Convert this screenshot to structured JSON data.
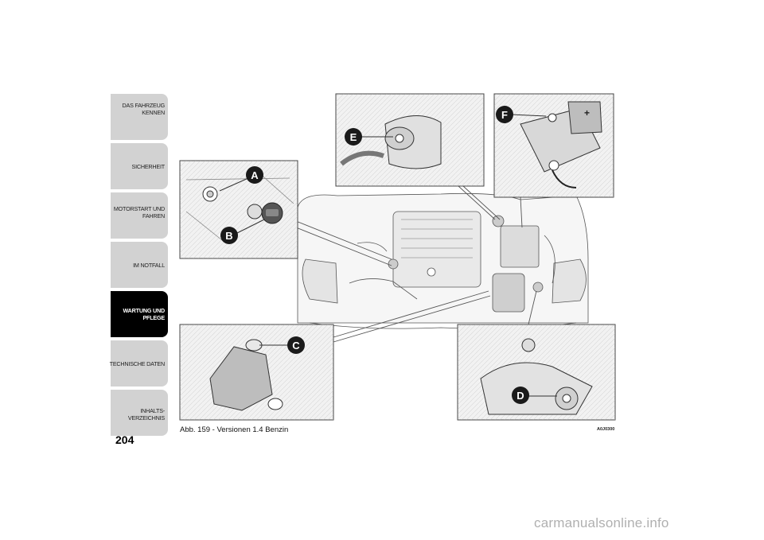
{
  "side_tabs": [
    {
      "lines": [
        "DAS FAHRZEUG",
        "KENNEN"
      ],
      "active": false
    },
    {
      "lines": [
        "SICHERHEIT"
      ],
      "active": false
    },
    {
      "lines": [
        "MOTORSTART UND",
        "FAHREN"
      ],
      "active": false
    },
    {
      "lines": [
        "IM NOTFALL"
      ],
      "active": false
    },
    {
      "lines": [
        "WARTUNG UND",
        "PFLEGE"
      ],
      "active": true
    },
    {
      "lines": [
        "TECHNISCHE DATEN"
      ],
      "active": false
    },
    {
      "lines": [
        "INHALTS-",
        "VERZEICHNIS"
      ],
      "active": false
    }
  ],
  "page_number": "204",
  "caption": "Abb. 159 - Versionen 1.4 Benzin",
  "figure_code": "A0J0300",
  "callouts": {
    "a": "A",
    "b": "B",
    "c": "C",
    "d": "D",
    "e": "E",
    "f": "F"
  },
  "battery_plus": "+",
  "footer": "carmanualsonline.info"
}
